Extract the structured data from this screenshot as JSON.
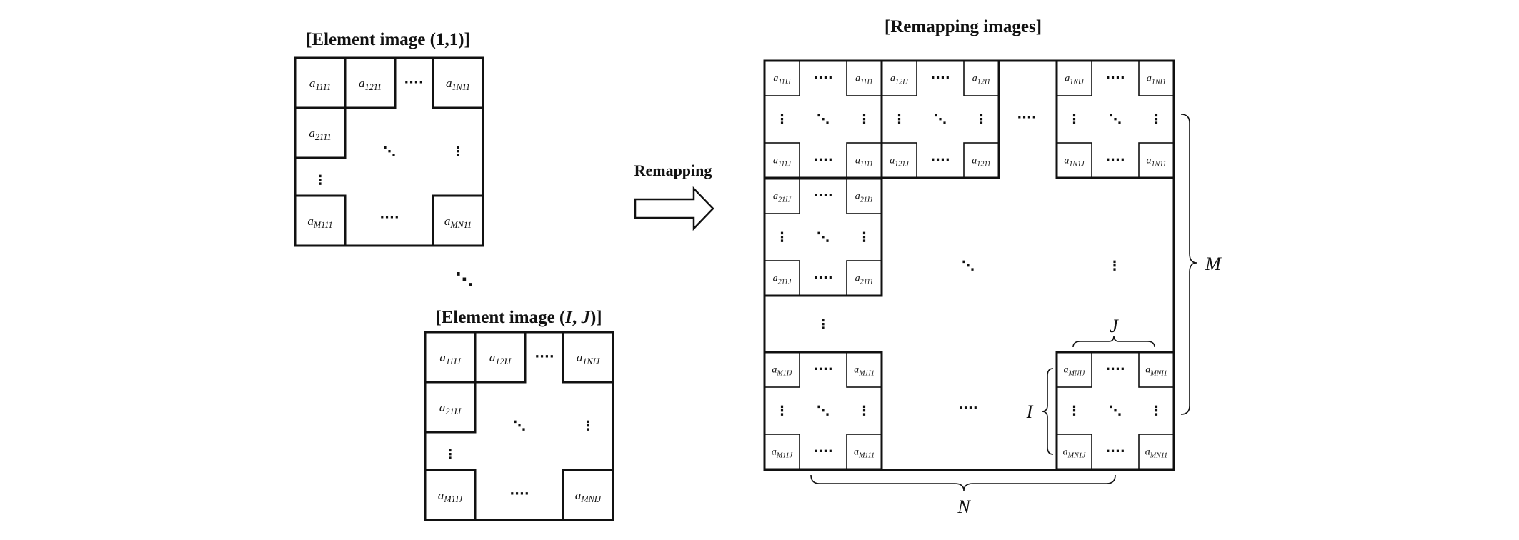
{
  "titles": {
    "element_first": "[Element image (1,1)]",
    "element_last_prefix": "[Element image (",
    "element_last_I": "I",
    "element_last_sep": ", ",
    "element_last_J": "J",
    "element_last_suffix": ")]",
    "remapping": "[Remapping  images]",
    "arrow_label": "Remapping"
  },
  "symbols": {
    "hdots": "····",
    "vdots": "⋮",
    "ddots": "⋱"
  },
  "element_11": {
    "tl": "a_{1111}",
    "t2": "a_{1211}",
    "tr": "a_{1N11}",
    "l2": "a_{2111}",
    "bl": "a_{M111}",
    "br": "a_{MN11}"
  },
  "element_IJ": {
    "tl": "a_{11IJ}",
    "t2": "a_{12IJ}",
    "tr": "a_{1NIJ}",
    "l2": "a_{21IJ}",
    "bl": "a_{M1IJ}",
    "br": "a_{MNIJ}"
  },
  "remap_blocks": {
    "b11": {
      "tl": "a_{11IJ}",
      "tr": "a_{11I1}",
      "bl": "a_{111J}",
      "br": "a_{1111}"
    },
    "b12": {
      "tl": "a_{12IJ}",
      "tr": "a_{12I1}",
      "bl": "a_{121J}",
      "br": "a_{1211}"
    },
    "b1N": {
      "tl": "a_{1NIJ}",
      "tr": "a_{1NI1}",
      "bl": "a_{1N1J}",
      "br": "a_{1N11}"
    },
    "b21": {
      "tl": "a_{21IJ}",
      "tr": "a_{21I1}",
      "bl": "a_{211J}",
      "br": "a_{2111}"
    },
    "bM1": {
      "tl": "a_{M1IJ}",
      "tr": "a_{M1I1}",
      "bl": "a_{M11J}",
      "br": "a_{M111}"
    },
    "bMN": {
      "tl": "a_{MNIJ}",
      "tr": "a_{MNI1}",
      "bl": "a_{MN1J}",
      "br": "a_{MN11}"
    }
  },
  "brace_labels": {
    "M": "M",
    "N": "N",
    "I": "I",
    "J": "J"
  }
}
